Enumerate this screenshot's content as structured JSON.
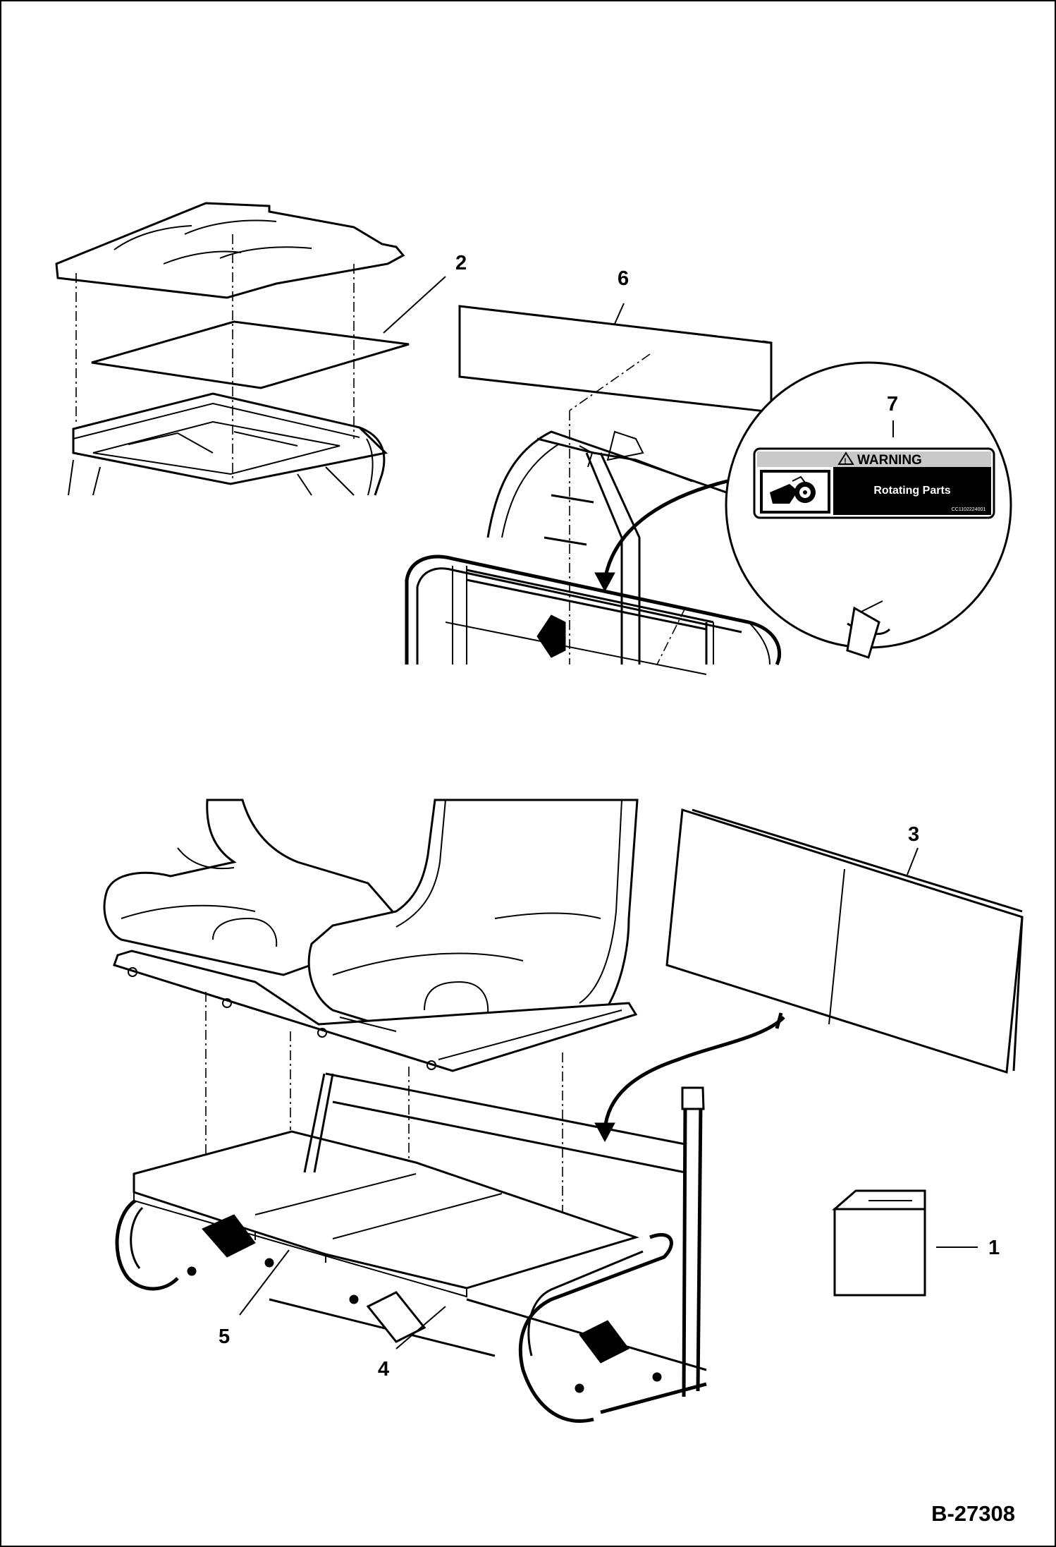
{
  "figure_id": "B-27308",
  "callouts": [
    {
      "id": "1",
      "label": "1"
    },
    {
      "id": "2",
      "label": "2"
    },
    {
      "id": "3",
      "label": "3"
    },
    {
      "id": "4",
      "label": "4"
    },
    {
      "id": "5",
      "label": "5"
    },
    {
      "id": "6",
      "label": "6"
    },
    {
      "id": "7",
      "label": "7"
    }
  ],
  "decal": {
    "heading": "WARNING",
    "text": "Rotating Parts",
    "code": "CC1102224001"
  }
}
